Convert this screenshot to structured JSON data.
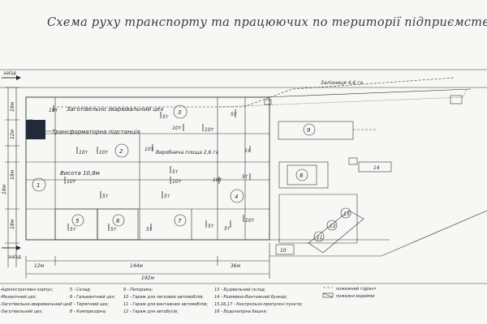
{
  "title": "Схема руху транспорту та працюючих по території підприємства",
  "entrances": {
    "top": "заїзд",
    "bottom": "заїзд"
  },
  "labels": {
    "shop_proc": "Заготівельно зварювальний цех",
    "transformer": "Трансформаторна підстанція",
    "area": "Виробнича площа 2,6 га",
    "height": "Висота 10,8м",
    "rail": "Залізниця 4,6 га",
    "block_10t": "10т"
  },
  "loads": [
    "10т",
    "10т",
    "10т",
    "10т",
    "10т",
    "10т",
    "10т",
    "10т",
    "10т",
    "5т",
    "5т",
    "5т",
    "5т",
    "5т",
    "5т",
    "5т",
    "5т",
    "5т",
    "5т",
    "5т",
    "10т",
    "5т"
  ],
  "numbers": [
    "1",
    "2",
    "3",
    "4",
    "5",
    "6",
    "7",
    "8",
    "9",
    "10",
    "11",
    "12",
    "13",
    "14"
  ],
  "dims": {
    "left1": "18м",
    "left2": "12м",
    "left3": "18м",
    "left4": "18м",
    "left5": "18м",
    "b1": "12м",
    "b2": "144м",
    "b3": "36м",
    "total": "192м"
  },
  "legend": {
    "col1": [
      "-Адміністративні корпус;",
      "-Механічний цех;",
      "-Заготівельно-зварювальний цех.",
      "-Заготівельний цех;"
    ],
    "col2": [
      "5 - Склад;",
      "6 - Гальванічний цех;",
      "7 - Термічний цех;",
      "8 - Компресорна;"
    ],
    "col3": [
      "9 - Пилорама;",
      "10 - Гараж для легкових автомобілів;",
      "11 - Гараж для вантажних автомобілів;",
      "12 - Гараж для автобусів;"
    ],
    "col4": [
      "13 - Будівельний склад;",
      "14 - Розмивно-Вантажний бункер;",
      "15,16,17 - Контрольно-пропускні пункти;",
      "18 - Водонапірна башня;"
    ],
    "col5": [
      "пожежний гідрант",
      "пожежні водойми"
    ]
  }
}
